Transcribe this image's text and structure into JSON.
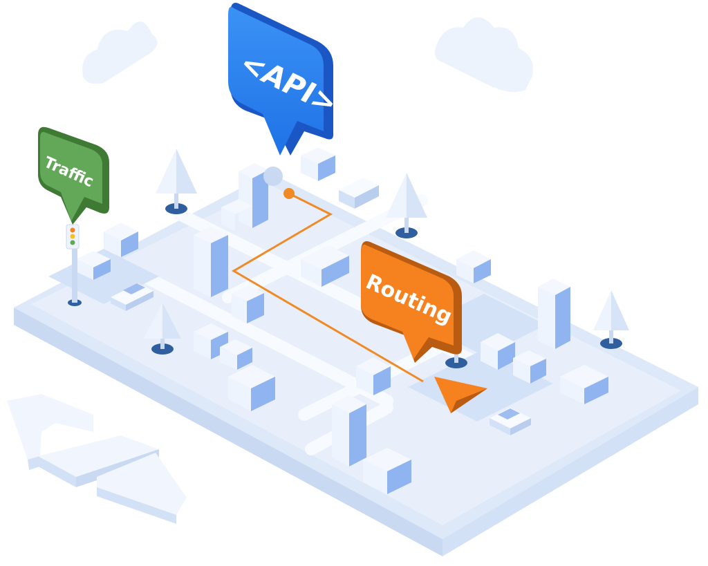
{
  "labels": {
    "api": "<API>",
    "traffic": "Traffic",
    "routing": "Routing"
  },
  "colors": {
    "api_blue": "#2f86f0",
    "api_blue_dark": "#1a56c4",
    "traffic_green": "#63a858",
    "traffic_green_dark": "#3f7a35",
    "routing_orange": "#f5821f",
    "routing_orange_dark": "#b95b10",
    "route_line": "#f08a24",
    "map_base": "#e6eefb",
    "building_light": "#eef4fd",
    "building_side": "#8fb4ef",
    "tree_base": "#2f5f9e"
  },
  "icons": [
    "api-pin-icon",
    "traffic-pin-icon",
    "routing-pin-icon",
    "traffic-light-icon",
    "navigation-arrow-icon",
    "car-icon",
    "truck-icon",
    "tree-icon",
    "building-icon",
    "cloud-icon",
    "code-brackets-icon"
  ]
}
